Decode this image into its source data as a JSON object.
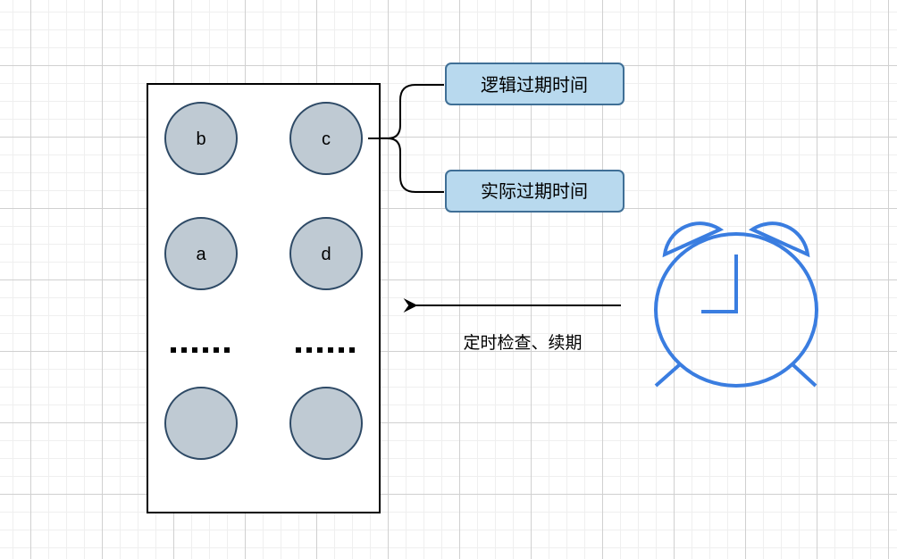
{
  "diagram": {
    "container": {
      "nodes": [
        {
          "label": "b"
        },
        {
          "label": "c"
        },
        {
          "label": "a"
        },
        {
          "label": "d"
        },
        {
          "label": ""
        },
        {
          "label": ""
        }
      ],
      "ellipsis": "......",
      "node_fill": "#bfcad3",
      "node_stroke": "#2e4a66"
    },
    "expiry_tags": [
      {
        "label": "逻辑过期时间"
      },
      {
        "label": "实际过期时间"
      }
    ],
    "tag_fill": "#b8d9ee",
    "tag_stroke": "#3f6f96",
    "arrow_caption": "定时检查、续期",
    "clock": {
      "icon": "alarm-clock-icon",
      "color": "#3a7de0"
    }
  }
}
